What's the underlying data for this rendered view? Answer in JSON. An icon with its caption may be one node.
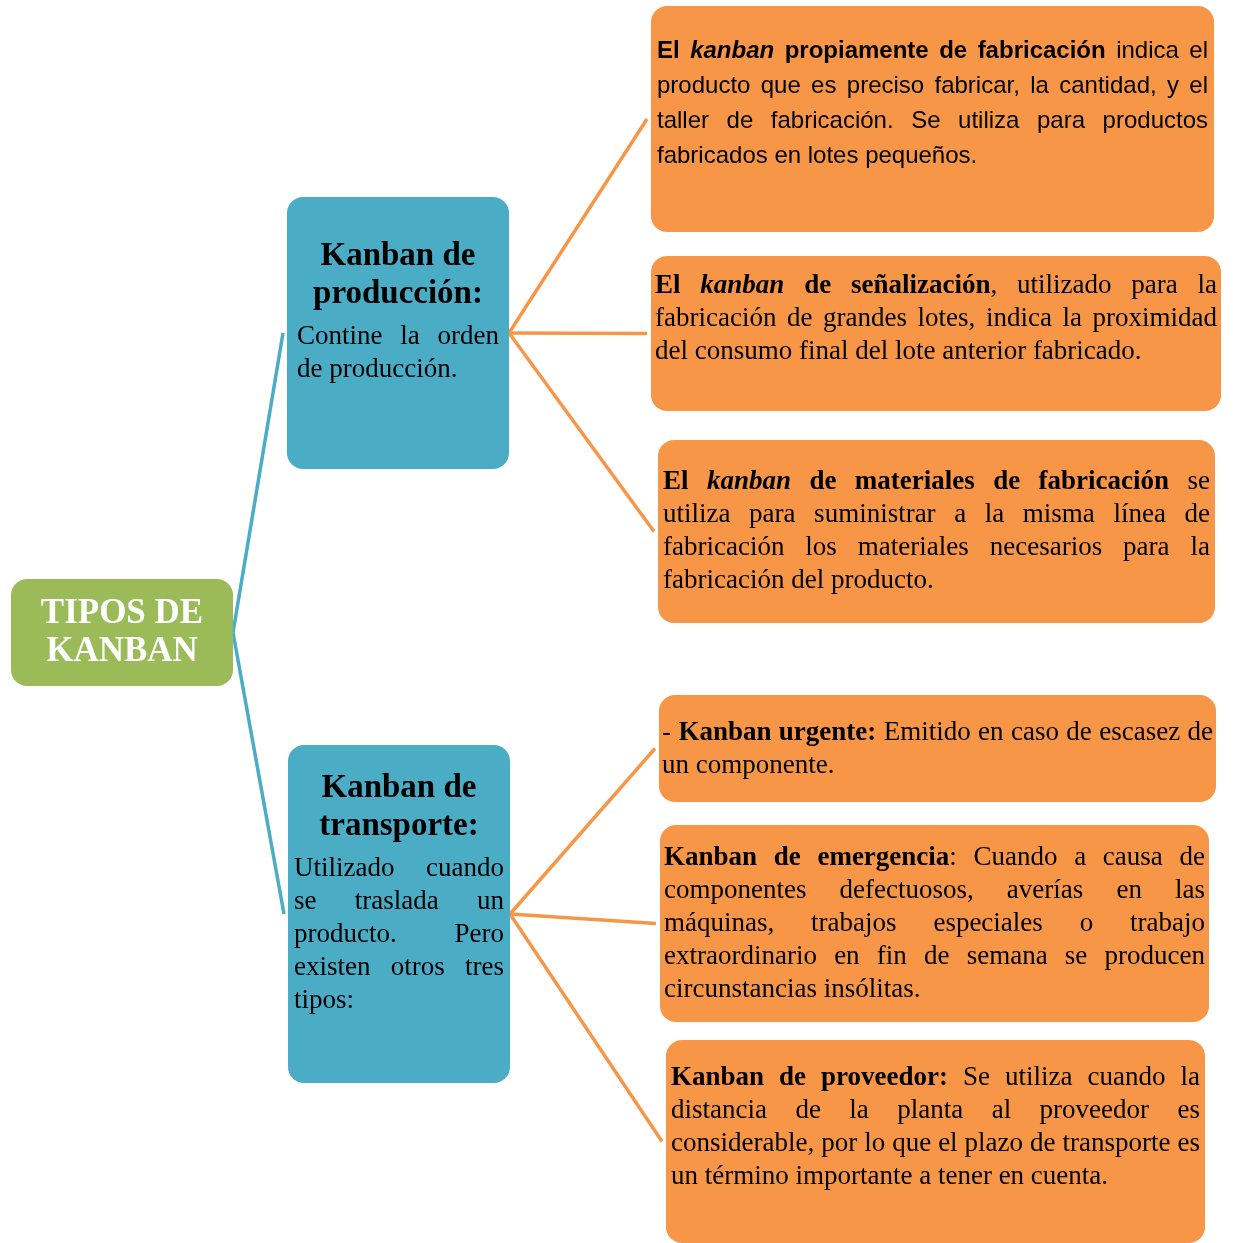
{
  "diagram": {
    "nodes": [
      {
        "text": [
          "TIPOS DE KANBAN"
        ]
      },
      {
        "text": [
          "Kanban de producción:",
          "Contine la orden de producción."
        ]
      },
      {
        "text": [
          "**El *kanban* propiamente de fabricación** indica el producto que es preciso fabricar, la cantidad, y el taller de fabricación. Se utiliza para productos fabricados en lotes pequeños."
        ]
      },
      {
        "text": [
          "**El *kanban* de señalización**, utilizado para la fabricación de grandes lotes, indica la proximidad del consumo final del lote anterior fabricado."
        ]
      },
      {
        "text": [
          "**El *kanban* de materiales de fabricación** se utiliza para suministrar a la misma línea de fabricación los materiales necesarios para la fabricación del producto."
        ]
      },
      {
        "text": [
          "Kanban de transporte:",
          "Utilizado cuando se traslada un producto. Pero existen otros tres tipos:"
        ]
      },
      {
        "text": [
          "- **Kanban urgente:** Emitido en caso de escasez de un componente."
        ]
      },
      {
        "text": [
          "**Kanban de emergencia**: Cuando a causa de componentes defectuosos, averías en las máquinas, trabajos especiales o trabajo extraordinario en fin de semana se producen circunstancias insólitas."
        ]
      },
      {
        "text": [
          "**Kanban de proveedor:** Se utiliza cuando la distancia de la planta al proveedor es considerable, por lo que el plazo de transporte es un término importante a tener en cuenta."
        ]
      }
    ],
    "edges": [
      {
        "from": 0,
        "to": 1,
        "arrow": "none",
        "color": "#4bacc6"
      },
      {
        "from": 0,
        "to": 5,
        "arrow": "none",
        "color": "#4bacc6"
      },
      {
        "from": 1,
        "to": 2,
        "arrow": "none"
      },
      {
        "from": 1,
        "to": 3,
        "arrow": "none"
      },
      {
        "from": 1,
        "to": 4,
        "arrow": "none"
      },
      {
        "from": 5,
        "to": 6,
        "arrow": "none"
      },
      {
        "from": 5,
        "to": 7,
        "arrow": "none"
      },
      {
        "from": 5,
        "to": 8,
        "arrow": "none"
      }
    ]
  }
}
